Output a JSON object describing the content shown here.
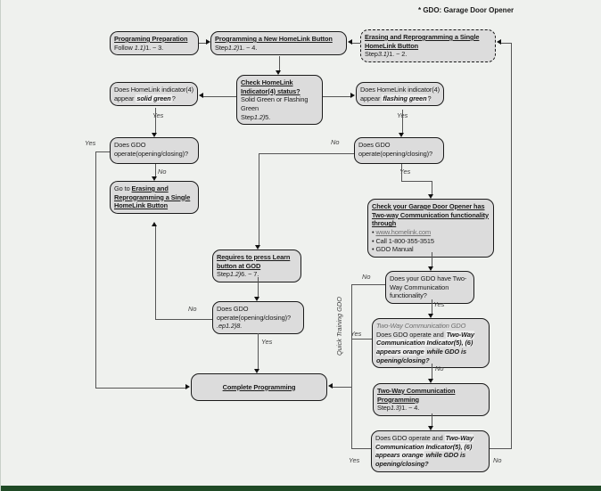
{
  "note": "* GDO: Garage Door Opener",
  "rotated_label": "Quick Training GDO",
  "colors": {
    "page_bg": "#eff1ee",
    "bottom_bar": "#1f4a25",
    "box_fill": "#dcdcdc",
    "box_border": "#1a1a1a",
    "highlight": "#ededed",
    "line": "#555555",
    "text": "#1a1a1a",
    "muted": "#6e6e6e"
  },
  "edge_labels": [
    {
      "id": "solid-green-yes",
      "text": "Yes"
    },
    {
      "id": "flashing-green-yes",
      "text": "Yes"
    },
    {
      "id": "gdo-left-yes",
      "text": "Yes"
    },
    {
      "id": "gdo-left-no",
      "text": "No"
    },
    {
      "id": "gdo-right-no",
      "text": "No"
    },
    {
      "id": "gdo-right-yes",
      "text": "Yes"
    },
    {
      "id": "gdo-step8-no",
      "text": "No"
    },
    {
      "id": "gdo-step8-yes",
      "text": "Yes"
    },
    {
      "id": "have-two-way-no",
      "text": "No"
    },
    {
      "id": "have-two-way-yes",
      "text": "Yes"
    },
    {
      "id": "two-way-gdo-yes",
      "text": "Yes"
    },
    {
      "id": "two-way-gdo-no",
      "text": "No"
    },
    {
      "id": "bottom-yes",
      "text": "Yes"
    },
    {
      "id": "bottom-no",
      "text": "No"
    }
  ],
  "boxes": {
    "prep": {
      "segments": [
        {
          "t": "Programing Preparation",
          "s": "link"
        },
        {
          "t": "\n"
        },
        {
          "t": "Follow ",
          "s": ""
        },
        {
          "t": "1.1)",
          "s": "i"
        },
        {
          "t": "1. ~ 3.",
          "s": ""
        }
      ]
    },
    "newbtn": {
      "segments": [
        {
          "t": "Programming a New HomeLink Button",
          "s": "link"
        },
        {
          "t": "\n"
        },
        {
          "t": "Step",
          "s": ""
        },
        {
          "t": "1.2)",
          "s": "i"
        },
        {
          "t": "1. ~ 4.",
          "s": ""
        }
      ]
    },
    "erase": {
      "segments": [
        {
          "t": "Erasing and Reprogramming a Single HomeLink Button",
          "s": "link"
        },
        {
          "t": "\n"
        },
        {
          "t": "Step",
          "s": ""
        },
        {
          "t": "3.1)",
          "s": "i"
        },
        {
          "t": "1. ~ 2.",
          "s": ""
        }
      ]
    },
    "solidq": {
      "segments": [
        {
          "t": "Does HomeLink indicator(4) appear ",
          "s": ""
        },
        {
          "t": "solid green",
          "s": "hl"
        },
        {
          "t": "?",
          "s": ""
        }
      ]
    },
    "check": {
      "segments": [
        {
          "t": "Check HomeLink Indicator(4) status?",
          "s": "link"
        },
        {
          "t": "\n"
        },
        {
          "t": "Solid Green or Flashing Green",
          "s": ""
        },
        {
          "t": "\n"
        },
        {
          "t": "Step",
          "s": ""
        },
        {
          "t": "1.2)",
          "s": "i"
        },
        {
          "t": "5.",
          "s": ""
        }
      ]
    },
    "flashq": {
      "segments": [
        {
          "t": "Does HomeLink indicator(4) appear ",
          "s": ""
        },
        {
          "t": "flashing green",
          "s": "hl"
        },
        {
          "t": "?",
          "s": ""
        }
      ]
    },
    "gdoL": {
      "segments": [
        {
          "t": "Does GDO operate(opening/closing)?",
          "s": ""
        }
      ]
    },
    "goto": {
      "segments": [
        {
          "t": "Go to ",
          "s": ""
        },
        {
          "t": "Erasing and Reprogramming a Single HomeLink Button",
          "s": "link"
        }
      ]
    },
    "gdoR": {
      "segments": [
        {
          "t": "Does GDO operate(opening/closing)?",
          "s": ""
        }
      ]
    },
    "checkgdo": {
      "segments": [
        {
          "t": "Check your Garage Door Opener has Two-way Communication functionality through",
          "s": "link"
        },
        {
          "t": "\n"
        },
        {
          "t": "• ",
          "s": ""
        },
        {
          "t": "www.homelink.com",
          "s": "weblink"
        },
        {
          "t": "\n"
        },
        {
          "t": "• Call 1-800-355-3515",
          "s": ""
        },
        {
          "t": "\n"
        },
        {
          "t": "• GDO Manual",
          "s": ""
        }
      ]
    },
    "learn": {
      "segments": [
        {
          "t": "Requires to press Learn button at GOD",
          "s": "link"
        },
        {
          "t": "\n"
        },
        {
          "t": "Step",
          "s": ""
        },
        {
          "t": "1.2)",
          "s": "i"
        },
        {
          "t": "6. ~ 7.",
          "s": ""
        }
      ]
    },
    "gdo8": {
      "segments": [
        {
          "t": "Does GDO operate(opening/closing)?",
          "s": ""
        },
        {
          "t": "\n"
        },
        {
          "t": " .ep1.2)8.",
          "s": "i"
        }
      ]
    },
    "haveq": {
      "segments": [
        {
          "t": "Does your GDO have Two-Way Communication functionality?",
          "s": ""
        }
      ]
    },
    "twgdo": {
      "segments": [
        {
          "t": "Two-Way Communication GDO",
          "s": "ghost"
        },
        {
          "t": "\n"
        },
        {
          "t": "Does GDO operate and ",
          "s": ""
        },
        {
          "t": "Two-Way Communication Indicator(5), (6) appears orange",
          "s": "hl"
        },
        {
          "t": " while GDO is opening/closing?",
          "s": "bi"
        }
      ]
    },
    "twprog": {
      "segments": [
        {
          "t": "Two-Way Communication Programming",
          "s": "link"
        },
        {
          "t": "\n"
        },
        {
          "t": "Step",
          "s": ""
        },
        {
          "t": "1.3)",
          "s": "i"
        },
        {
          "t": "1. ~ 4.",
          "s": ""
        }
      ]
    },
    "gdobottom": {
      "segments": [
        {
          "t": "Does GDO operate and ",
          "s": ""
        },
        {
          "t": "Two-Way Communication Indicator(5), (6) appears orange",
          "s": "hl"
        },
        {
          "t": " while GDO is opening/closing?",
          "s": "bi"
        }
      ]
    },
    "complete": {
      "segments": [
        {
          "t": "Complete Programming",
          "s": "link"
        }
      ]
    }
  }
}
